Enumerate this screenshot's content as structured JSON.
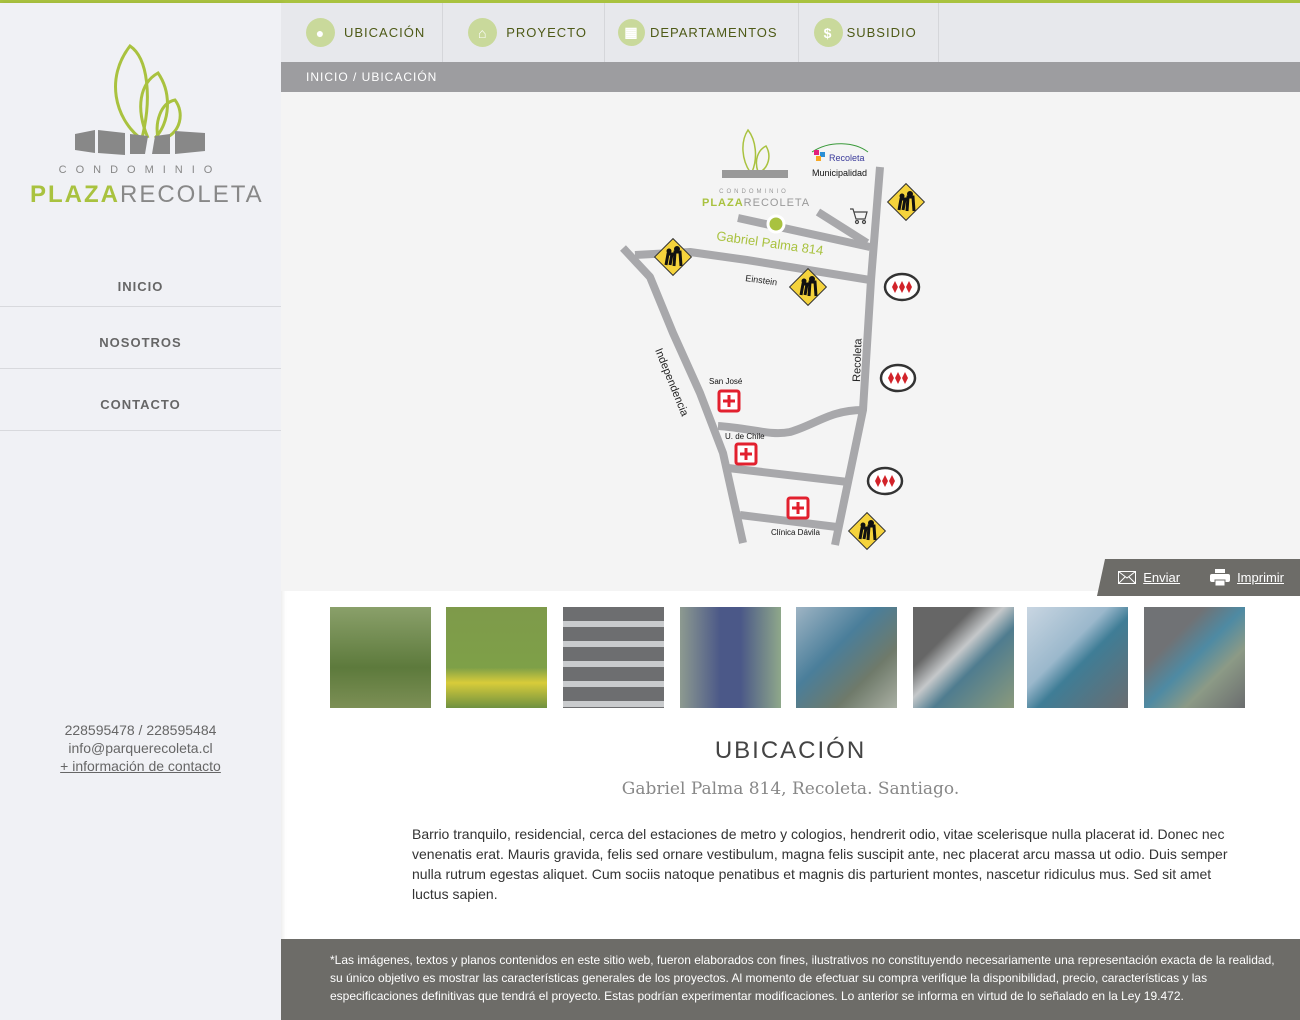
{
  "brand": {
    "line1": "CONDOMINIO",
    "bold": "PLAZA",
    "rest": "RECOLETA",
    "accent": "#a9c23f"
  },
  "sidebar": {
    "items": [
      {
        "label": "INICIO"
      },
      {
        "label": "NOSOTROS"
      },
      {
        "label": "CONTACTO"
      }
    ],
    "contact": {
      "phones": "228595478 / 228595484",
      "email": "info@parquerecoleta.cl",
      "more": "+ información de contacto"
    }
  },
  "topnav": [
    {
      "label": "UBICACIÓN",
      "icon": "map-pin-icon",
      "glyph": "⬤"
    },
    {
      "label": "PROYECTO",
      "icon": "home-icon",
      "glyph": "⌂"
    },
    {
      "label": "DEPARTAMENTOS",
      "icon": "building-icon",
      "glyph": "▦"
    },
    {
      "label": "SUBSIDIO",
      "icon": "dollar-icon",
      "glyph": "$"
    }
  ],
  "breadcrumb": "INICIO / UBICACIÓN",
  "map": {
    "street": "Gabriel Palma 814",
    "einstein": "Einstein",
    "independencia": "Independencia",
    "recoleta": "Recoleta",
    "municipalidad": "Municipalidad",
    "muni_logo": "Recoleta",
    "sanjose": "San José",
    "udechile": "U. de Chile",
    "davila": "Clínica Dávila",
    "logo_line1": "CONDOMINIO",
    "logo_bold": "PLAZA",
    "logo_rest": "RECOLETA"
  },
  "share": {
    "send": "Enviar",
    "print": "Imprimir"
  },
  "gallery_count": 8,
  "content": {
    "title": "UBICACIÓN",
    "subtitle": "Gabriel Palma 814, Recoleta. Santiago.",
    "body": "Barrio tranquilo, residencial, cerca del estaciones de metro y cologios, hendrerit odio, vitae scelerisque nulla placerat id. Donec nec venenatis erat. Mauris gravida, felis sed ornare vestibulum, magna felis suscipit ante, nec placerat arcu massa ut odio. Duis semper nulla rutrum egestas aliquet. Cum sociis natoque penatibus et magnis dis parturient montes, nascetur ridiculus mus. Sed sit amet luctus sapien."
  },
  "footer": "*Las imágenes, textos y planos contenidos en este sitio web, fueron elaborados con fines, ilustrativos no constituyendo necesariamente una representación exacta de la realidad, su único objetivo es mostrar las características generales de los proyectos. Al momento de efectuar su compra verifique la disponibilidad, precio, características y las especificaciones definitivas que tendrá el proyecto. Estas podrían experimentar modificaciones. Lo anterior se informa en virtud de lo señalado en la Ley 19.472."
}
